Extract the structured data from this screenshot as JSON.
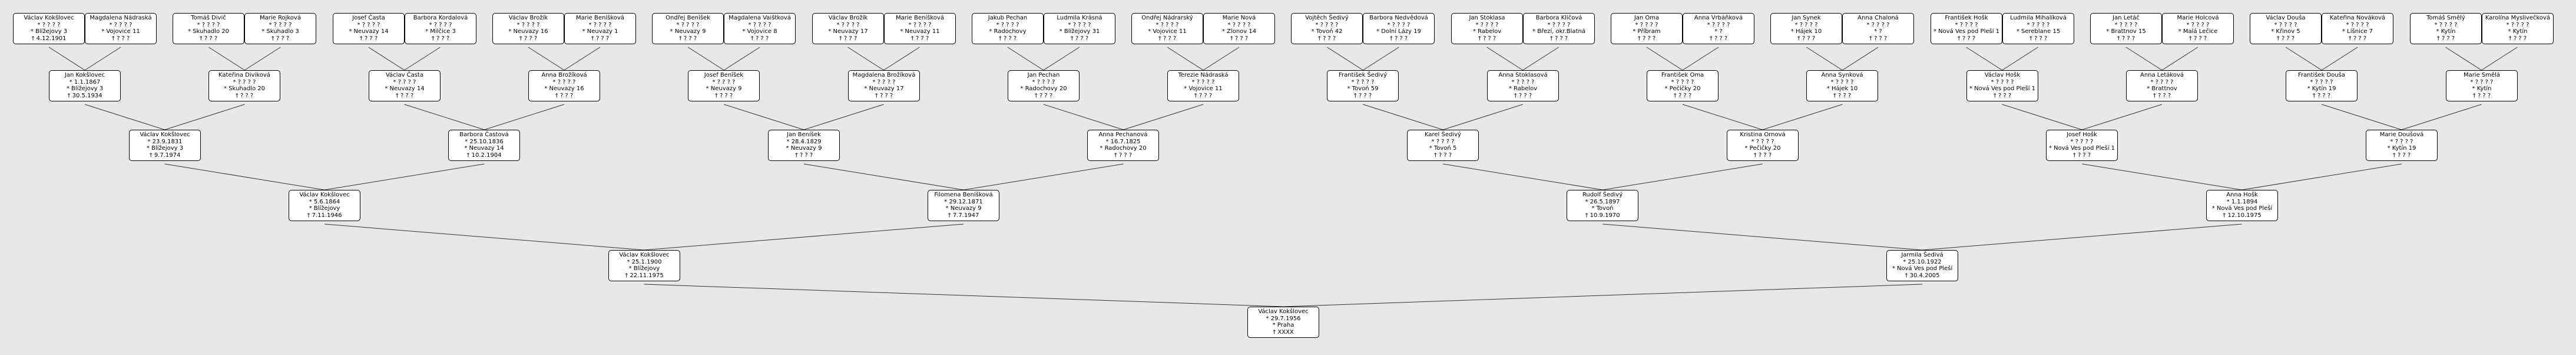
{
  "people": [
    {
      "id": "g4-1",
      "name": "Václav Kokšlovec",
      "lines": [
        "* ? ? ? ?",
        "* Blížejovy 3",
        "† 4.12.1901"
      ]
    },
    {
      "id": "g4-2",
      "name": "Magdalena Nádraská",
      "lines": [
        "* ? ? ? ?",
        "* Vojovice 11",
        "† ? ? ?"
      ]
    },
    {
      "id": "g4-3",
      "name": "Tomáš Divič",
      "lines": [
        "* ? ? ? ?",
        "* Skuhadlo 20",
        "† ? ? ?"
      ]
    },
    {
      "id": "g4-4",
      "name": "Marie Rojková",
      "lines": [
        "* ? ? ? ?",
        "* Skuhadlo 3",
        "† ? ? ?"
      ]
    },
    {
      "id": "g4-5",
      "name": "Josef Časta",
      "lines": [
        "* ? ? ? ?",
        "* Neuvazy 14",
        "† ? ? ?"
      ]
    },
    {
      "id": "g4-6",
      "name": "Barbora Kordalová",
      "lines": [
        "* ? ? ? ?",
        "* Milčice 3",
        "† ? ? ?"
      ]
    },
    {
      "id": "g4-7",
      "name": "Václav Brožík",
      "lines": [
        "* ? ? ? ?",
        "* Neuvazy 16",
        "† ? ? ?"
      ]
    },
    {
      "id": "g4-8",
      "name": "Marie Beníšková",
      "lines": [
        "* ? ? ? ?",
        "* Neuvazy 1",
        "† ? ? ?"
      ]
    },
    {
      "id": "g4-9",
      "name": "Ondřej Beníšek",
      "lines": [
        "* ? ? ? ?",
        "* Neuvazy 9",
        "† ? ? ?"
      ]
    },
    {
      "id": "g4-10",
      "name": "Magdalena Vaištková",
      "lines": [
        "* ? ? ? ?",
        "* Vojovice 8",
        "† ? ? ?"
      ]
    },
    {
      "id": "g4-11",
      "name": "Václav Brožík",
      "lines": [
        "* ? ? ? ?",
        "* Neuvazy 17",
        "† ? ? ?"
      ]
    },
    {
      "id": "g4-12",
      "name": "Marie Beníšková",
      "lines": [
        "* ? ? ? ?",
        "* Neuvazy 11",
        "† ? ? ?"
      ]
    },
    {
      "id": "g4-13",
      "name": "Jakub Pechan",
      "lines": [
        "* ? ? ? ?",
        "* Radochovy",
        "† ? ? ?"
      ]
    },
    {
      "id": "g4-14",
      "name": "Ludmila Krásná",
      "lines": [
        "* ? ? ? ?",
        "* Blížejovy 31",
        "† ? ? ?"
      ]
    },
    {
      "id": "g4-15",
      "name": "Ondřej Nádrarský",
      "lines": [
        "* ? ? ? ?",
        "* Vojovice 11",
        "† ? ? ?"
      ]
    },
    {
      "id": "g4-16",
      "name": "Marie Nová",
      "lines": [
        "* ? ? ? ?",
        "* Zlonov 14",
        "† ? ? ?"
      ]
    },
    {
      "id": "g4-17",
      "name": "Vojtěch Šedivý",
      "lines": [
        "* ? ? ? ?",
        "* Tovoń 42",
        "† ? ? ?"
      ]
    },
    {
      "id": "g4-18",
      "name": "Barbora Nedvědová",
      "lines": [
        "* ? ? ? ?",
        "* Dolní Lázy 19",
        "† ? ? ?"
      ]
    },
    {
      "id": "g4-19",
      "name": "Jan Stoklasa",
      "lines": [
        "* ? ? ? ?",
        "* Rabelov",
        "† ? ? ?"
      ]
    },
    {
      "id": "g4-20",
      "name": "Barbora Klíčová",
      "lines": [
        "* ? ? ? ?",
        "* Březí, okr.Blatná",
        "† ? ? ?"
      ]
    },
    {
      "id": "g4-21",
      "name": "Jan Oma",
      "lines": [
        "* ? ? ? ?",
        "* Příbram",
        "† ? ? ?"
      ]
    },
    {
      "id": "g4-22",
      "name": "Anna Vrbáňková",
      "lines": [
        "* ? ? ? ?",
        "* ?",
        "† ? ? ?"
      ]
    },
    {
      "id": "g4-23",
      "name": "Jan Synek",
      "lines": [
        "* ? ? ? ?",
        "* Hájek 10",
        "† ? ? ?"
      ]
    },
    {
      "id": "g4-24",
      "name": "Anna Chaloná",
      "lines": [
        "* ? ? ? ?",
        "* ?",
        "† ? ? ?"
      ]
    },
    {
      "id": "g4-25",
      "name": "František Hošk",
      "lines": [
        "* ? ? ? ?",
        "* Nová Ves pod Pleší 1",
        "† ? ? ?"
      ]
    },
    {
      "id": "g4-26",
      "name": "Ludmila Mihalíková",
      "lines": [
        "* ? ? ? ?",
        "* Sereblane 15",
        "† ? ? ?"
      ]
    },
    {
      "id": "g4-27",
      "name": "Jan Letáč",
      "lines": [
        "* ? ? ? ?",
        "* Brattnov 15",
        "† ? ? ?"
      ]
    },
    {
      "id": "g4-28",
      "name": "Marie Holcová",
      "lines": [
        "* ? ? ? ?",
        "* Malá Lečice",
        "† ? ? ?"
      ]
    },
    {
      "id": "g4-29",
      "name": "Václav Douša",
      "lines": [
        "* ? ? ? ?",
        "* Křinov 5",
        "† ? ? ?"
      ]
    },
    {
      "id": "g4-30",
      "name": "Kateřina Nováková",
      "lines": [
        "* ? ? ? ?",
        "* Líšnice 7",
        "† ? ? ?"
      ]
    },
    {
      "id": "g4-31",
      "name": "Tomáš Smělý",
      "lines": [
        "* ? ? ? ?",
        "* Kytín",
        "† ? ? ?"
      ]
    },
    {
      "id": "g4-32",
      "name": "Karolína Myslivečková",
      "lines": [
        "* ? ? ? ?",
        "* Kytín",
        "† ? ? ?"
      ]
    },
    {
      "id": "g3-1",
      "name": "Jan Kokšlovec",
      "lines": [
        "* 1.1.1867",
        "* Blížejovy 3",
        "† 30.5.1934"
      ]
    },
    {
      "id": "g3-2",
      "name": "Kateřina Diviková",
      "lines": [
        "* ? ? ? ?",
        "* Skuhadlo 20",
        "† ? ? ?"
      ]
    },
    {
      "id": "g3-3",
      "name": "Václav Časta",
      "lines": [
        "* ? ? ? ?",
        "* Neuvazy 14",
        "† ? ? ?"
      ]
    },
    {
      "id": "g3-4",
      "name": "Anna Brožíková",
      "lines": [
        "* ? ? ? ?",
        "* Neuvazy 16",
        "† ? ? ?"
      ]
    },
    {
      "id": "g3-5",
      "name": "Josef Beníšek",
      "lines": [
        "* ? ? ? ?",
        "* Neuvazy 9",
        "† ? ? ?"
      ]
    },
    {
      "id": "g3-6",
      "name": "Magdalena Brožíková",
      "lines": [
        "* ? ? ? ?",
        "* Neuvazy 17",
        "† ? ? ?"
      ]
    },
    {
      "id": "g3-7",
      "name": "Jan Pechan",
      "lines": [
        "* ? ? ? ?",
        "* Radochovy 20",
        "† ? ? ?"
      ]
    },
    {
      "id": "g3-8",
      "name": "Terezie Nádraská",
      "lines": [
        "* ? ? ? ?",
        "* Vojovice 11",
        "† ? ? ?"
      ]
    },
    {
      "id": "g3-9",
      "name": "František Šedivý",
      "lines": [
        "* ? ? ? ?",
        "* Tovoń 59",
        "† ? ? ?"
      ]
    },
    {
      "id": "g3-10",
      "name": "Anna Stoklasová",
      "lines": [
        "* ? ? ? ?",
        "* Rabelov",
        "† ? ? ?"
      ]
    },
    {
      "id": "g3-11",
      "name": "František Oma",
      "lines": [
        "* ? ? ? ?",
        "* Pečičky 20",
        "† ? ? ?"
      ]
    },
    {
      "id": "g3-12",
      "name": "Anna Synková",
      "lines": [
        "* ? ? ? ?",
        "* Hájek 10",
        "† ? ? ?"
      ]
    },
    {
      "id": "g3-13",
      "name": "Václav Hošk",
      "lines": [
        "* ? ? ? ?",
        "* Nová Ves pod Pleší 1",
        "† ? ? ?"
      ]
    },
    {
      "id": "g3-14",
      "name": "Anna Letáková",
      "lines": [
        "* ? ? ? ?",
        "* Brattnov",
        "† ? ? ?"
      ]
    },
    {
      "id": "g3-15",
      "name": "František Douša",
      "lines": [
        "* ? ? ? ?",
        "* Kytín 19",
        "† ? ? ?"
      ]
    },
    {
      "id": "g3-16",
      "name": "Marie Smělá",
      "lines": [
        "* ? ? ? ?",
        "* Kytín",
        "† ? ? ?"
      ]
    },
    {
      "id": "g2-1",
      "name": "Václav Kokšlovec",
      "lines": [
        "* 23.9.1831",
        "* Blížejovy 3",
        "† 9.7.1974"
      ]
    },
    {
      "id": "g2-2",
      "name": "Barbora Častová",
      "lines": [
        "* 25.10.1836",
        "* Neuvazy 14",
        "† 10.2.1904"
      ]
    },
    {
      "id": "g2-3",
      "name": "Jan Beníšek",
      "lines": [
        "* 28.4.1829",
        "* Neuvazy 9",
        "† ? ? ?"
      ]
    },
    {
      "id": "g2-4",
      "name": "Anna Pechanová",
      "lines": [
        "* 16.7.1825",
        "* Radochovy 20",
        "† ? ? ?"
      ]
    },
    {
      "id": "g2-5",
      "name": "Karel Šedivý",
      "lines": [
        "* ? ? ? ?",
        "* Tovoń 5",
        "† ? ? ?"
      ]
    },
    {
      "id": "g2-6",
      "name": "Kristina Ornová",
      "lines": [
        "* ? ? ? ?",
        "* Pečičky 20",
        "† ? ? ?"
      ]
    },
    {
      "id": "g2-7",
      "name": "Josef Hošk",
      "lines": [
        "* ? ? ? ?",
        "* Nová Ves pod Pleší 1",
        "† ? ? ?"
      ]
    },
    {
      "id": "g2-8",
      "name": "Marie Doušová",
      "lines": [
        "* ? ? ? ?",
        "* Kytín 19",
        "† ? ? ?"
      ]
    },
    {
      "id": "g1-1",
      "name": "Václav Kokšlovec",
      "lines": [
        "* 5.6.1864",
        "* Blížejovy",
        "† 7.11.1946"
      ]
    },
    {
      "id": "g1-2",
      "name": "Filomena Beníšková",
      "lines": [
        "* 29.12.1871",
        "* Neuvazy 9",
        "† 7.7.1947"
      ]
    },
    {
      "id": "g1-3",
      "name": "Rudolf Šedivý",
      "lines": [
        "* 26.5.1897",
        "* Tovoń",
        "† 10.9.1970"
      ]
    },
    {
      "id": "g1-4",
      "name": "Anna Hošk",
      "lines": [
        "* 1.1.1894",
        "* Nová Ves pod Pleší",
        "† 12.10.1975"
      ]
    },
    {
      "id": "g0-1",
      "name": "Václav Kokšlovec",
      "lines": [
        "* 25.1.1900",
        "* Blížejovy",
        "† 22.11.1975"
      ]
    },
    {
      "id": "g0-2",
      "name": "Jarmila Šedivá",
      "lines": [
        "* 25.10.1922",
        "* Nová Ves pod Pleší",
        "† 30.4.2005"
      ]
    },
    {
      "id": "root",
      "name": "Václav Kokšlovec",
      "lines": [
        "* 29.7.1956",
        "* Praha",
        "† XXXX"
      ]
    }
  ]
}
